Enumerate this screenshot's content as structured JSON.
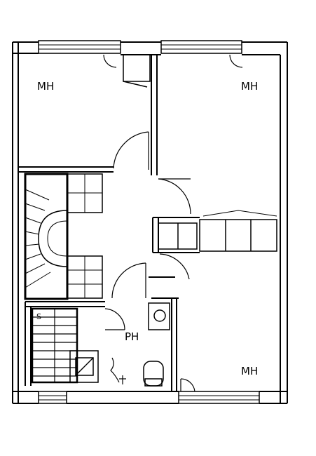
{
  "rooms": {
    "bedroom_top_left": "MH",
    "bedroom_top_right": "MH",
    "bedroom_bottom_right": "MH",
    "bathroom": "PH"
  },
  "stair_marker": "S",
  "colors": {
    "line": "#000000",
    "background": "#ffffff"
  }
}
